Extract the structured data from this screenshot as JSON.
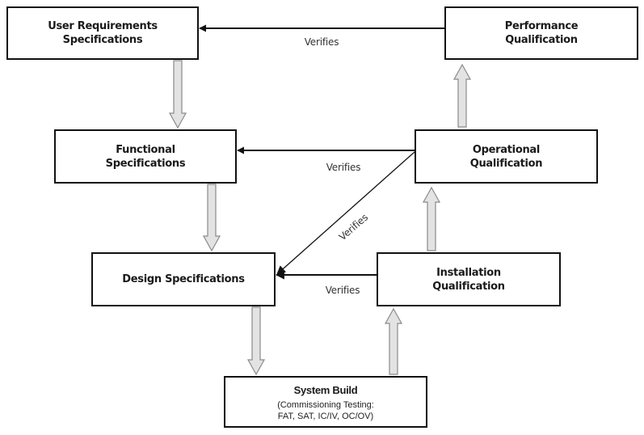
{
  "diagram": {
    "title": "Validation V-Model",
    "colors": {
      "box_border": "#111111",
      "verifies_arrow": "#111111",
      "flow_arrow_fill": "#e3e3e3",
      "flow_arrow_stroke": "#8a8a8a",
      "label_text": "#333333"
    },
    "nodes": {
      "urs": {
        "label": "User Requirements\nSpecifications"
      },
      "pq": {
        "label": "Performance\nQualification"
      },
      "fs": {
        "label": "Functional\nSpecifications"
      },
      "oq": {
        "label": "Operational\nQualification"
      },
      "ds": {
        "label": "Design Specifications"
      },
      "iq": {
        "label": "Installation\nQualification"
      },
      "sb": {
        "label": "System  Build",
        "sublabel": "(Commissioning Testing:\nFAT, SAT, IC/IV, OC/OV)"
      }
    },
    "edges": {
      "pq_urs": {
        "from": "Performance Qualification",
        "to": "User Requirements Specifications",
        "label": "Verifies"
      },
      "oq_fs": {
        "from": "Operational Qualification",
        "to": "Functional Specifications",
        "label": "Verifies"
      },
      "oq_ds": {
        "from": "Operational Qualification",
        "to": "Design Specifications",
        "label": "Verifies"
      },
      "iq_ds": {
        "from": "Installation Qualification",
        "to": "Design Specifications",
        "label": "Verifies"
      }
    },
    "flow": [
      {
        "from": "User Requirements Specifications",
        "to": "Functional Specifications",
        "direction": "down"
      },
      {
        "from": "Functional Specifications",
        "to": "Design Specifications",
        "direction": "down"
      },
      {
        "from": "Design Specifications",
        "to": "System Build",
        "direction": "down"
      },
      {
        "from": "System Build",
        "to": "Installation Qualification",
        "direction": "up"
      },
      {
        "from": "Installation Qualification",
        "to": "Operational Qualification",
        "direction": "up"
      },
      {
        "from": "Operational Qualification",
        "to": "Performance Qualification",
        "direction": "up"
      }
    ]
  }
}
